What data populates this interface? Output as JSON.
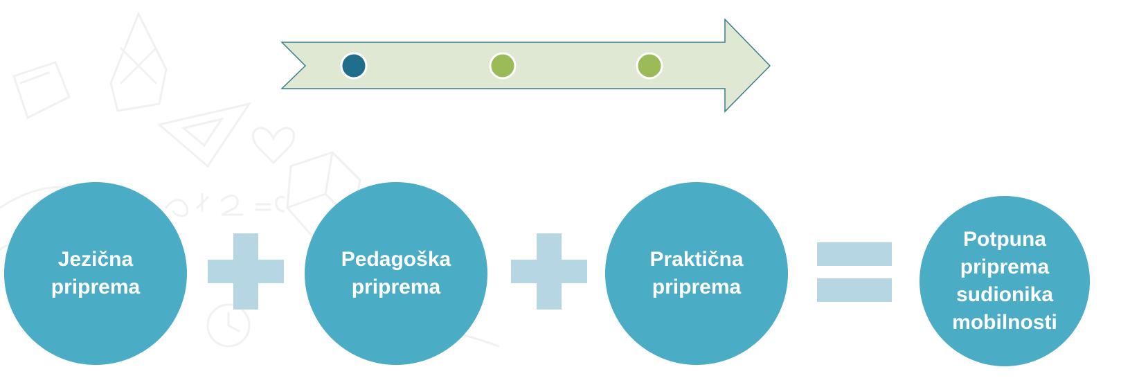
{
  "diagram": {
    "steps": [
      {
        "label": "Jezična\npriprema"
      },
      {
        "label": "Pedagoška\npriprema"
      },
      {
        "label": "Praktična\npriprema"
      }
    ],
    "result": {
      "label": "Potpuna\npriprema\nsudionika\nmobilnosti"
    },
    "operators": [
      "plus",
      "plus",
      "equals"
    ],
    "timeline_dots": [
      {
        "state": "active",
        "color": "#1f6e8c"
      },
      {
        "state": "inactive",
        "color": "#9bbb59"
      },
      {
        "state": "inactive",
        "color": "#9bbb59"
      }
    ]
  },
  "colors": {
    "circle_fill": "#4bacc6",
    "operator_fill": "#b7d6e3",
    "arrow_fill": "#dfe8d2",
    "arrow_stroke": "#3a7d8c",
    "active_dot": "#1f6e8c",
    "inactive_dot": "#9bbb59",
    "text": "#ffffff"
  }
}
